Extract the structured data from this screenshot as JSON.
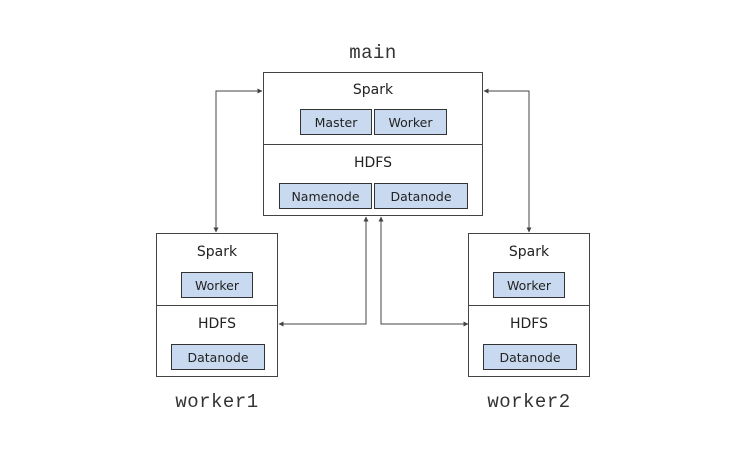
{
  "nodes": {
    "main": {
      "host": "main",
      "spark": {
        "title": "Spark",
        "components": [
          "Master",
          "Worker"
        ]
      },
      "hdfs": {
        "title": "HDFS",
        "components": [
          "Namenode",
          "Datanode"
        ]
      }
    },
    "worker1": {
      "host": "worker1",
      "spark": {
        "title": "Spark",
        "components": [
          "Worker"
        ]
      },
      "hdfs": {
        "title": "HDFS",
        "components": [
          "Datanode"
        ]
      }
    },
    "worker2": {
      "host": "worker2",
      "spark": {
        "title": "Spark",
        "components": [
          "Worker"
        ]
      },
      "hdfs": {
        "title": "HDFS",
        "components": [
          "Datanode"
        ]
      }
    }
  },
  "colors": {
    "component_fill": "#c9daf0",
    "border": "#444444",
    "arrow": "#444444"
  }
}
